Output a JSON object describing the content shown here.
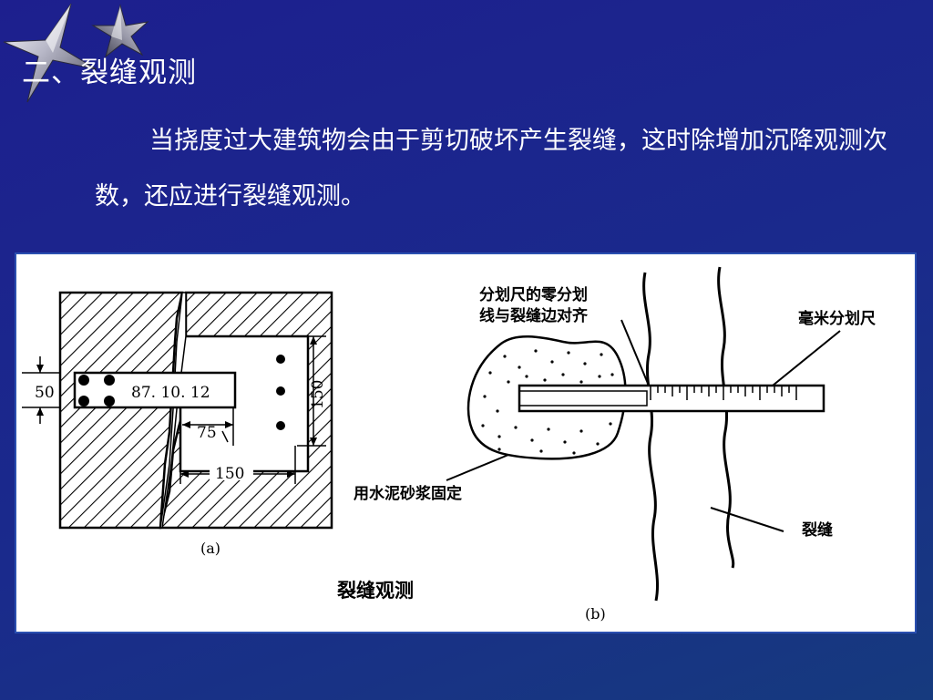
{
  "slide": {
    "heading": "二、裂缝观测",
    "paragraph": "当挠度过大建筑物会由于剪切破坏产生裂缝，这时除增加沉降观测次数，还应进行裂缝观测。"
  },
  "figure": {
    "caption": "裂缝观测",
    "part_a": {
      "label": "(a)",
      "plate_text": "87. 10. 12",
      "dim_50": "50",
      "dim_150_vertical": "150",
      "dim_75": "75",
      "dim_150_horizontal": "150"
    },
    "part_b": {
      "label": "(b)",
      "zero_line_note_line1": "分划尺的零分划",
      "zero_line_note_line2": "线与裂缝边对齐",
      "ruler_label": "毫米分划尺",
      "mortar_label": "用水泥砂浆固定",
      "crack_label": "裂缝"
    }
  },
  "colors": {
    "background_top": "#1d1f8e",
    "background_bottom": "#163a7e",
    "text": "#ffffff",
    "panel_border": "#2a4fb0"
  },
  "icons": [
    "star-icon",
    "star-icon"
  ]
}
